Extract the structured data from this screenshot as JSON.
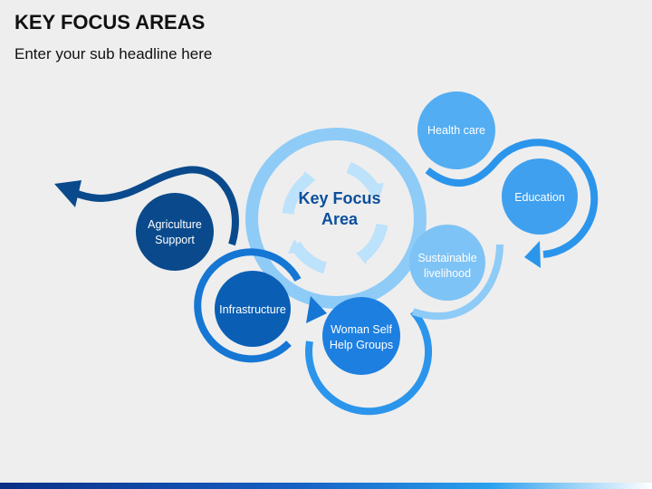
{
  "header": {
    "title": "KEY FOCUS AREAS",
    "subtitle": "Enter your sub headline here"
  },
  "diagram": {
    "hub": {
      "line1": "Key Focus",
      "line2": "Area"
    },
    "nodes": {
      "agriculture": {
        "line1": "Agriculture",
        "line2": "Support",
        "color": "#0a4a8c"
      },
      "infrastructure": {
        "line1": "Infrastructure",
        "color": "#0a5fb5"
      },
      "woman_self_help": {
        "line1": "Woman Self",
        "line2": "Help Groups",
        "color": "#1d7fe0"
      },
      "sustainable": {
        "line1": "Sustainable",
        "line2": "livelihood",
        "color": "#7ec3f5"
      },
      "education": {
        "line1": "Education",
        "color": "#3fa0ef"
      },
      "health_care": {
        "line1": "Health care",
        "color": "#52adf2"
      }
    },
    "colors": {
      "dark_blue": "#0a4a8c",
      "mid_blue": "#1576d4",
      "bright_blue": "#2b95ec",
      "light_blue": "#8ecbf7",
      "pale_blue": "#bde2fb"
    }
  }
}
